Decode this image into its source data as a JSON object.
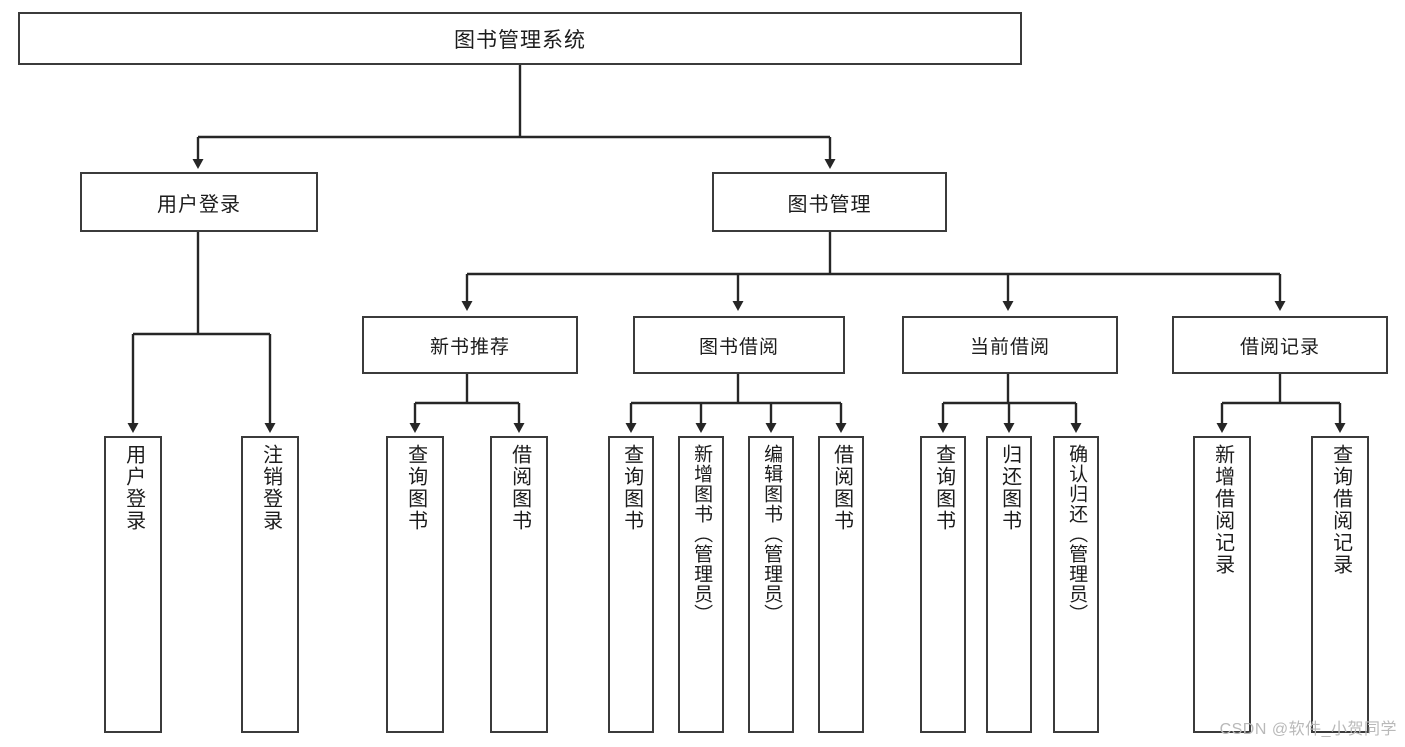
{
  "diagram": {
    "type": "hierarchy-tree",
    "title": "图书管理系统",
    "root": {
      "label": "图书管理系统"
    },
    "level2": [
      {
        "label": "用户登录"
      },
      {
        "label": "图书管理"
      }
    ],
    "level3": [
      {
        "label": "新书推荐"
      },
      {
        "label": "图书借阅"
      },
      {
        "label": "当前借阅"
      },
      {
        "label": "借阅记录"
      }
    ],
    "leaves": {
      "user_login": [
        {
          "label": "用户登录"
        },
        {
          "label": "注销登录"
        }
      ],
      "new_book_recommend": [
        {
          "label": "查询图书"
        },
        {
          "label": "借阅图书"
        }
      ],
      "book_borrow": [
        {
          "label": "查询图书"
        },
        {
          "label": "新增图书（管理员）"
        },
        {
          "label": "编辑图书（管理员）"
        },
        {
          "label": "借阅图书"
        }
      ],
      "current_borrow": [
        {
          "label": "查询图书"
        },
        {
          "label": "归还图书"
        },
        {
          "label": "确认归还（管理员）"
        }
      ],
      "borrow_record": [
        {
          "label": "新增借阅记录"
        },
        {
          "label": "查询借阅记录"
        }
      ]
    }
  },
  "watermark": {
    "text": "CSDN @软件_小贺同学"
  },
  "colors": {
    "border": "#3b3b3b",
    "line": "#262626",
    "background": "#ffffff",
    "text": "#1c1c1c",
    "watermark": "#b9b9b9"
  }
}
